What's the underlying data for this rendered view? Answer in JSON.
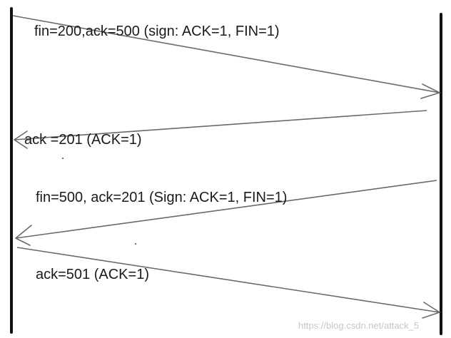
{
  "messages": [
    {
      "label": "fin=200,ack=500 (sign: ACK=1, FIN=1)",
      "direction": "left-to-right"
    },
    {
      "label": "ack =201 (ACK=1)",
      "direction": "right-to-left"
    },
    {
      "label": "fin=500, ack=201 (Sign: ACK=1, FIN=1)",
      "direction": "right-to-left"
    },
    {
      "label": "ack=501 (ACK=1)",
      "direction": "left-to-right"
    }
  ],
  "watermark": "https://blog.csdn.net/attack_5",
  "colors": {
    "timeline": "#111111",
    "arrow": "#6a6a6a",
    "text": "#1a1a1a",
    "watermark": "#c7c7c7"
  }
}
